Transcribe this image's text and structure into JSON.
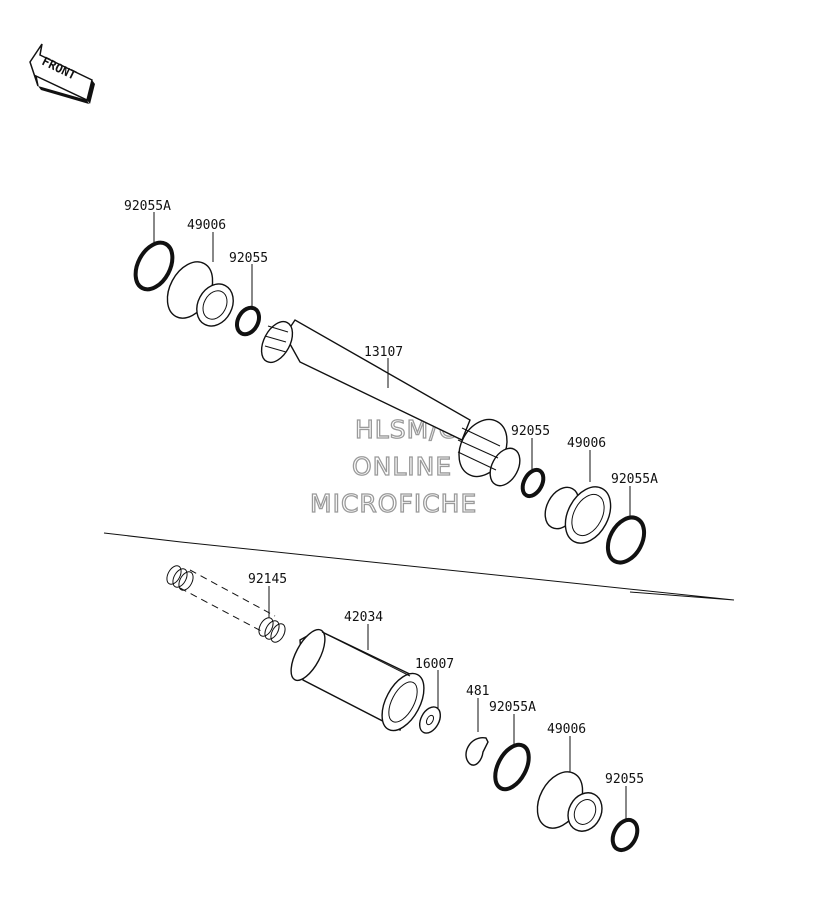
{
  "front_label": "FRONT",
  "watermark": [
    "HLSM/C",
    "ONLINE",
    "MICROFICHE"
  ],
  "labels": {
    "top_92055A": "92055A",
    "top_49006": "49006",
    "top_92055": "92055",
    "shaft_13107": "13107",
    "mid_92055": "92055",
    "mid_49006": "49006",
    "mid_92055A": "92055A",
    "spring_92145": "92145",
    "coupling_42034": "42034",
    "washer_16007": "16007",
    "clip_481": "481",
    "bot_92055A": "92055A",
    "bot_49006": "49006",
    "bot_92055": "92055"
  }
}
